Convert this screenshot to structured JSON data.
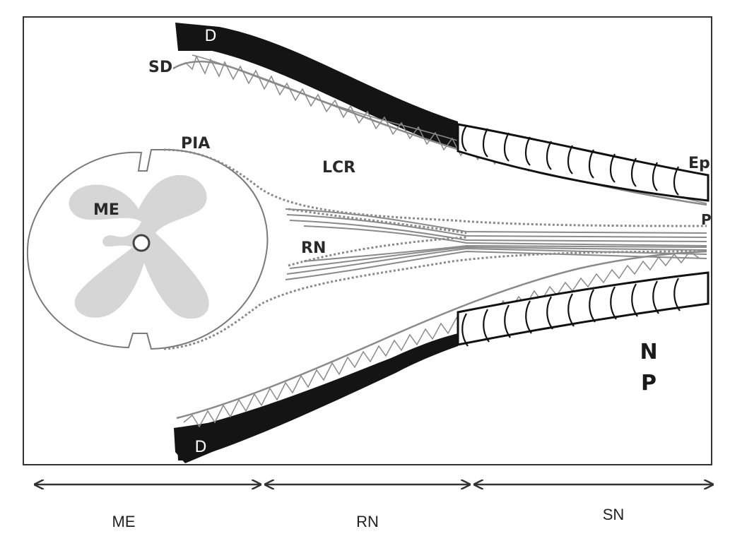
{
  "diagram": {
    "labels": {
      "dura_top": "D",
      "dura_bottom": "D",
      "subdural": "SD",
      "pia": "PIA",
      "csf": "LCR",
      "spinal_cord": "ME",
      "nerve_roots": "RN",
      "epineurium": "Ep",
      "perineurium": "P",
      "np_n": "N",
      "np_p": "P"
    },
    "regions": [
      {
        "label": "ME"
      },
      {
        "label": "RN"
      },
      {
        "label": "SN"
      }
    ],
    "colors": {
      "line": "#7a7a7a",
      "dura": "#141414",
      "cord_gray_matter": "#d6d6d6",
      "frame": "#333333"
    }
  }
}
